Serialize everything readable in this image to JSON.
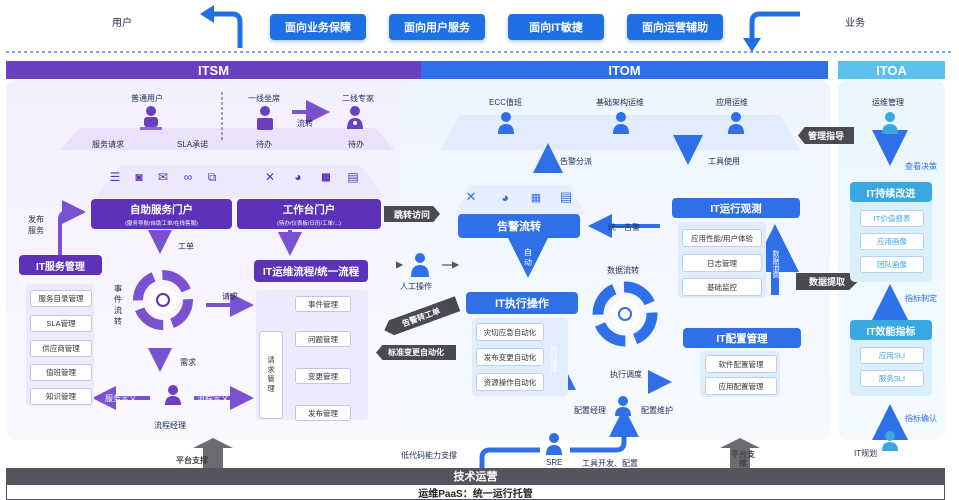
{
  "top": {
    "user_label": "用户",
    "business_label": "业务",
    "buttons": [
      "面向业务保障",
      "面向用户服务",
      "面向IT敏捷",
      "面向运营辅助"
    ]
  },
  "headers": {
    "itsm": "ITSM",
    "itom": "ITOM",
    "itoa": "ITOA"
  },
  "itsm": {
    "normal_user": "普通用户",
    "frontline": "一线坐席",
    "second_line": "二线专家",
    "flow": "流转",
    "service_request": "服务请求",
    "sla_promise": "SLA承诺",
    "todo1": "待办",
    "todo2": "待办",
    "publish_service": "发布服务",
    "self_portal": "自助服务门户",
    "self_portal_sub": "(服务导航/自助工单/在线客服)",
    "work_portal": "工作台门户",
    "work_portal_sub": "(待办/仪表板/日历/工单/...)",
    "work_order": "工单",
    "it_service_mgmt": "IT服务管理",
    "service_items": [
      "服务目录管理",
      "SLA管理",
      "供应商管理",
      "值班管理",
      "知识管理"
    ],
    "event_flow": "事件流转",
    "request": "请求",
    "demand": "需求",
    "service_def": "服务定义",
    "process_def": "流程定义",
    "process_manager": "流程经理",
    "it_process": "IT运维流程/统一流程",
    "request_mgmt": "请求管理",
    "process_items": [
      "事件管理",
      "问题管理",
      "变更管理",
      "发布管理"
    ],
    "platform_support_left": "平台支撑"
  },
  "itom": {
    "ecc": "ECC值班",
    "infra_ops": "基础架构运维",
    "app_ops": "应用运维",
    "alert_dispatch": "告警分派",
    "tool_use": "工具使用",
    "jump_access": "跳转访问",
    "alert_flow": "告警流转",
    "unified_alert": "统一告警",
    "auto": "自动",
    "manual_op": "人工操作",
    "alert_to_ticket": "告警转工单",
    "std_change_auto": "标准变更自动化",
    "it_exec": "IT执行操作",
    "exec_items": [
      "灾切应急自动化",
      "发布变更自动化",
      "资源操作自动化"
    ],
    "exec_orchestrate": "执行编排",
    "data_flow": "数据流转",
    "exec_schedule": "执行调度",
    "it_observe": "IT运行观测",
    "observe_items": [
      "应用性能/用户体验",
      "日志管理",
      "基础监控"
    ],
    "data_consume": "数据消费",
    "it_config": "IT配置管理",
    "config_items": [
      "软件配置管理",
      "应用配置管理"
    ],
    "config_manager": "配置经理",
    "config_maintain": "配置维护",
    "low_code": "低代码能力支撑",
    "sre": "SRE",
    "tool_dev": "工具开发、配置",
    "platform_support_right": "平台支撑",
    "mgmt_guide": "管理指导",
    "data_extract": "数据提取"
  },
  "itoa": {
    "ops_mgmt": "运维管理",
    "view_decision": "查看决策",
    "continuous_improve": "IT持续改进",
    "improve_items": [
      "IT价值报表",
      "应用画像",
      "团队画像"
    ],
    "indicator_make": "指标制定",
    "efficiency": "IT效能指标",
    "efficiency_items": [
      "应用SLI",
      "服务SLI"
    ],
    "indicator_confirm": "指标确认",
    "it_planning": "IT规划"
  },
  "bottom": {
    "tech_ops": "技术运营",
    "paas": "运维PaaS：统一运行托管"
  }
}
